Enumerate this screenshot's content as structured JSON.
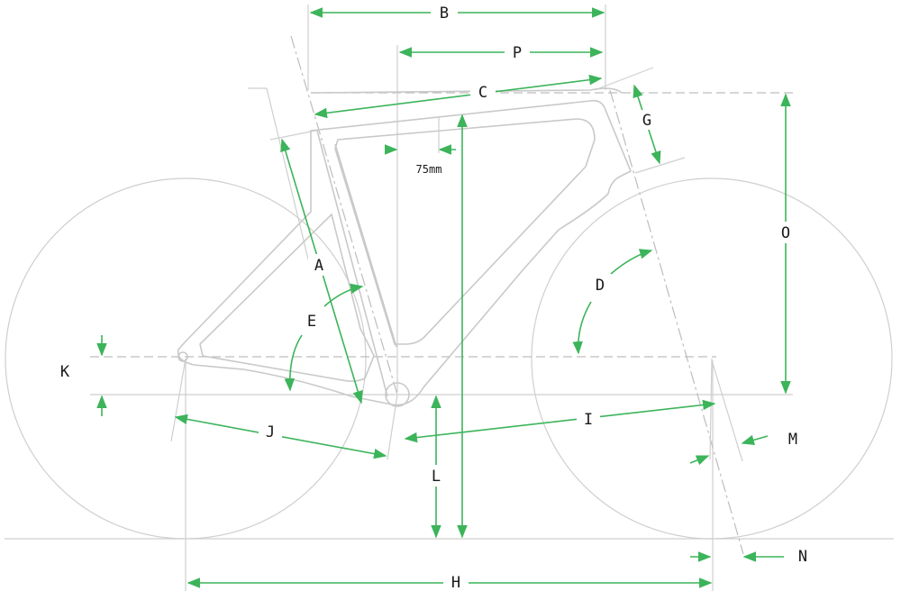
{
  "labels": {
    "A": "A",
    "B": "B",
    "C": "C",
    "D": "D",
    "E": "E",
    "G": "G",
    "H": "H",
    "I": "I",
    "J": "J",
    "K": "K",
    "L": "L",
    "M": "M",
    "N": "N",
    "O": "O",
    "P": "P"
  },
  "note_75mm": "75mm",
  "colors": {
    "dimension": "#3cb45a",
    "frame": "#c9c9c9",
    "text": "#1a1a1a"
  }
}
